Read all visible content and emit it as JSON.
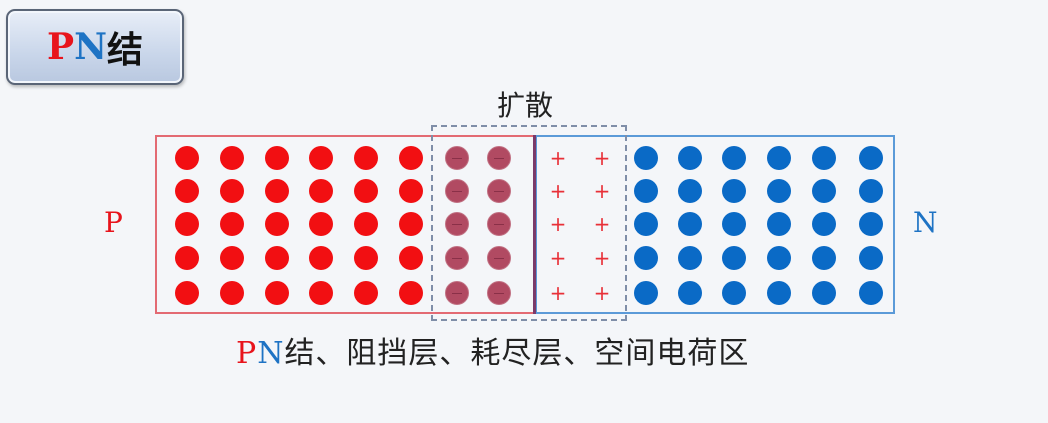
{
  "title": {
    "p": "P",
    "n": "N",
    "suffix": "结"
  },
  "labels": {
    "p_side": "P",
    "n_side": "N",
    "diffusion": "扩散"
  },
  "caption": {
    "p": "P",
    "n": "N",
    "rest": "结、阻挡层、耗尽层、空间电荷区"
  },
  "colors": {
    "p": "#f20f12",
    "n": "#0a6ac6",
    "negative_ion": "#b14a62",
    "positive_ion": "#e83038"
  },
  "grid": {
    "rows": 5,
    "p_hole_columns": 6,
    "negative_ion_columns": 2,
    "positive_ion_columns": 2,
    "n_electron_columns": 6,
    "positive_symbol": "+"
  }
}
